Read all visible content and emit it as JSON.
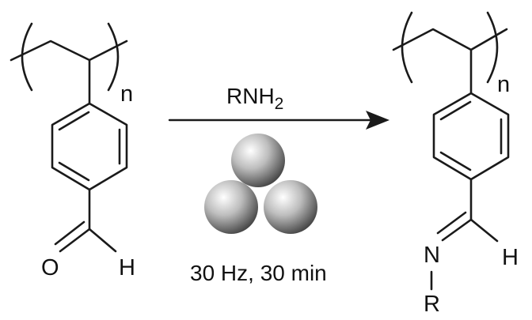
{
  "reactant": {
    "repeat_subscript": "n",
    "atom_O": "O",
    "atom_H": "H"
  },
  "reagent": {
    "main": "RNH",
    "subscript": "2"
  },
  "conditions": "30 Hz, 30 min",
  "product": {
    "repeat_subscript": "n",
    "atom_N": "N",
    "atom_H": "H",
    "atom_R": "R"
  },
  "milling_balls": {
    "count": 3,
    "icon": "ball-mill-balls-icon",
    "color_light": "#ffffff",
    "color_dark": "#3c3c3c"
  },
  "colors": {
    "line": "#1a1a1a",
    "background": "#ffffff"
  }
}
